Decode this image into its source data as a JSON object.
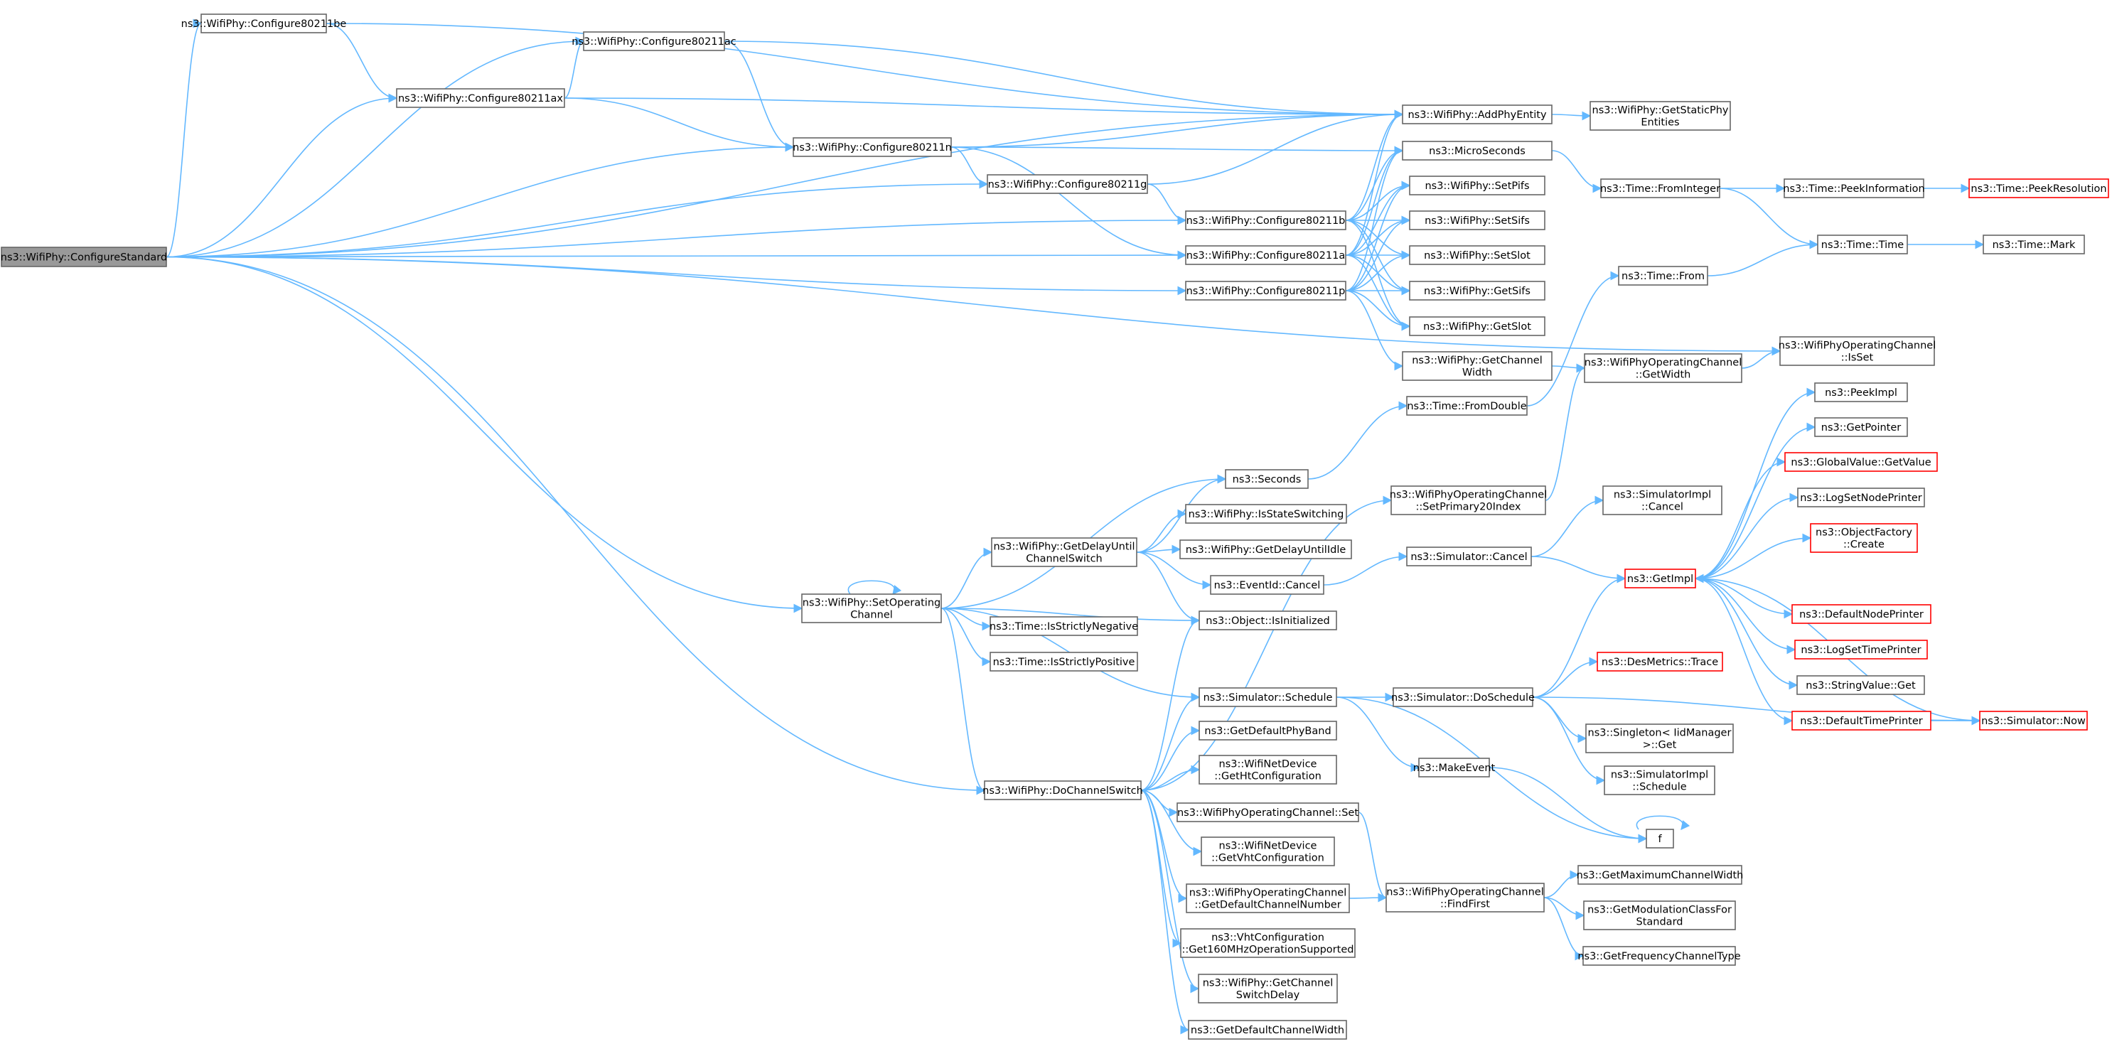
{
  "diagram": {
    "nodes": [
      {
        "id": "root",
        "lines": [
          "ns3::WifiPhy::ConfigureStandard"
        ],
        "style": "root"
      },
      {
        "id": "c11be",
        "lines": [
          "ns3::WifiPhy::Configure80211be"
        ]
      },
      {
        "id": "c11ac",
        "lines": [
          "ns3::WifiPhy::Configure80211ac"
        ]
      },
      {
        "id": "c11ax",
        "lines": [
          "ns3::WifiPhy::Configure80211ax"
        ]
      },
      {
        "id": "c11n",
        "lines": [
          "ns3::WifiPhy::Configure80211n"
        ]
      },
      {
        "id": "c11g",
        "lines": [
          "ns3::WifiPhy::Configure80211g"
        ]
      },
      {
        "id": "c11b",
        "lines": [
          "ns3::WifiPhy::Configure80211b"
        ]
      },
      {
        "id": "c11a",
        "lines": [
          "ns3::WifiPhy::Configure80211a"
        ]
      },
      {
        "id": "c11p",
        "lines": [
          "ns3::WifiPhy::Configure80211p"
        ]
      },
      {
        "id": "addphy",
        "lines": [
          "ns3::WifiPhy::AddPhyEntity"
        ]
      },
      {
        "id": "getstatic",
        "lines": [
          "ns3::WifiPhy::GetStaticPhy",
          "Entities"
        ]
      },
      {
        "id": "micro",
        "lines": [
          "ns3::MicroSeconds"
        ]
      },
      {
        "id": "setpifs",
        "lines": [
          "ns3::WifiPhy::SetPifs"
        ]
      },
      {
        "id": "setsifs",
        "lines": [
          "ns3::WifiPhy::SetSifs"
        ]
      },
      {
        "id": "setslot",
        "lines": [
          "ns3::WifiPhy::SetSlot"
        ]
      },
      {
        "id": "getsifs",
        "lines": [
          "ns3::WifiPhy::GetSifs"
        ]
      },
      {
        "id": "getslot",
        "lines": [
          "ns3::WifiPhy::GetSlot"
        ]
      },
      {
        "id": "getchw",
        "lines": [
          "ns3::WifiPhy::GetChannel",
          "Width"
        ]
      },
      {
        "id": "fromint",
        "lines": [
          "ns3::Time::FromInteger"
        ]
      },
      {
        "id": "peekinfo",
        "lines": [
          "ns3::Time::PeekInformation"
        ]
      },
      {
        "id": "peekres",
        "lines": [
          "ns3::Time::PeekResolution"
        ],
        "style": "red"
      },
      {
        "id": "timetime",
        "lines": [
          "ns3::Time::Time"
        ]
      },
      {
        "id": "timemark",
        "lines": [
          "ns3::Time::Mark"
        ]
      },
      {
        "id": "timefrom",
        "lines": [
          "ns3::Time::From"
        ]
      },
      {
        "id": "wocgetw",
        "lines": [
          "ns3::WifiPhyOperatingChannel",
          "::GetWidth"
        ]
      },
      {
        "id": "wocisset",
        "lines": [
          "ns3::WifiPhyOperatingChannel",
          "::IsSet"
        ]
      },
      {
        "id": "fromdouble",
        "lines": [
          "ns3::Time::FromDouble"
        ]
      },
      {
        "id": "peekimpl",
        "lines": [
          "ns3::PeekImpl"
        ]
      },
      {
        "id": "getpointer",
        "lines": [
          "ns3::GetPointer"
        ]
      },
      {
        "id": "gvgetvalue",
        "lines": [
          "ns3::GlobalValue::GetValue"
        ],
        "style": "red"
      },
      {
        "id": "logsetnode",
        "lines": [
          "ns3::LogSetNodePrinter"
        ]
      },
      {
        "id": "objcreate",
        "lines": [
          "ns3::ObjectFactory",
          "::Create"
        ],
        "style": "red"
      },
      {
        "id": "getimpl",
        "lines": [
          "ns3::GetImpl"
        ],
        "style": "red"
      },
      {
        "id": "defnodeprinter",
        "lines": [
          "ns3::DefaultNodePrinter"
        ],
        "style": "red"
      },
      {
        "id": "logsettime",
        "lines": [
          "ns3::LogSetTimePrinter"
        ],
        "style": "red"
      },
      {
        "id": "strget",
        "lines": [
          "ns3::StringValue::Get"
        ]
      },
      {
        "id": "deftimeprinter",
        "lines": [
          "ns3::DefaultTimePrinter"
        ],
        "style": "red"
      },
      {
        "id": "simnow",
        "lines": [
          "ns3::Simulator::Now"
        ],
        "style": "red"
      },
      {
        "id": "seconds",
        "lines": [
          "ns3::Seconds"
        ]
      },
      {
        "id": "isstatesw",
        "lines": [
          "ns3::WifiPhy::IsStateSwitching"
        ]
      },
      {
        "id": "getdelayidle",
        "lines": [
          "ns3::WifiPhy::GetDelayUntilIdle"
        ]
      },
      {
        "id": "eventcancel",
        "lines": [
          "ns3::EventId::Cancel"
        ]
      },
      {
        "id": "isinit",
        "lines": [
          "ns3::Object::IsInitialized"
        ]
      },
      {
        "id": "getdelaysw",
        "lines": [
          "ns3::WifiPhy::GetDelayUntil",
          "ChannelSwitch"
        ]
      },
      {
        "id": "setopch",
        "lines": [
          "ns3::WifiPhy::SetOperating",
          "Channel"
        ]
      },
      {
        "id": "isneg",
        "lines": [
          "ns3::Time::IsStrictlyNegative"
        ]
      },
      {
        "id": "ispos",
        "lines": [
          "ns3::Time::IsStrictlyPositive"
        ]
      },
      {
        "id": "setprim",
        "lines": [
          "ns3::WifiPhyOperatingChannel",
          "::SetPrimary20Index"
        ]
      },
      {
        "id": "simimplcancel",
        "lines": [
          "ns3::SimulatorImpl",
          "::Cancel"
        ]
      },
      {
        "id": "simcancel",
        "lines": [
          "ns3::Simulator::Cancel"
        ]
      },
      {
        "id": "desmetrics",
        "lines": [
          "ns3::DesMetrics::Trace"
        ],
        "style": "red"
      },
      {
        "id": "simschedule",
        "lines": [
          "ns3::Simulator::Schedule"
        ]
      },
      {
        "id": "simdosched",
        "lines": [
          "ns3::Simulator::DoSchedule"
        ]
      },
      {
        "id": "singleton",
        "lines": [
          "ns3::Singleton< IidManager",
          ">::Get"
        ]
      },
      {
        "id": "simimplsched",
        "lines": [
          "ns3::SimulatorImpl",
          "::Schedule"
        ]
      },
      {
        "id": "makeevent",
        "lines": [
          "ns3::MakeEvent"
        ]
      },
      {
        "id": "f",
        "lines": [
          "f"
        ]
      },
      {
        "id": "getdefband",
        "lines": [
          "ns3::GetDefaultPhyBand"
        ]
      },
      {
        "id": "getht",
        "lines": [
          "ns3::WifiNetDevice",
          "::GetHtConfiguration"
        ]
      },
      {
        "id": "dochsw",
        "lines": [
          "ns3::WifiPhy::DoChannelSwitch"
        ]
      },
      {
        "id": "wocset",
        "lines": [
          "ns3::WifiPhyOperatingChannel::Set"
        ]
      },
      {
        "id": "getvht",
        "lines": [
          "ns3::WifiNetDevice",
          "::GetVhtConfiguration"
        ]
      },
      {
        "id": "wocgetdefch",
        "lines": [
          "ns3::WifiPhyOperatingChannel",
          "::GetDefaultChannelNumber"
        ]
      },
      {
        "id": "wocfindfirst",
        "lines": [
          "ns3::WifiPhyOperatingChannel",
          "::FindFirst"
        ]
      },
      {
        "id": "getmaxchw",
        "lines": [
          "ns3::GetMaximumChannelWidth"
        ]
      },
      {
        "id": "getmodclass",
        "lines": [
          "ns3::GetModulationClassFor",
          "Standard"
        ]
      },
      {
        "id": "getfreqtype",
        "lines": [
          "ns3::GetFrequencyChannelType"
        ]
      },
      {
        "id": "vht160",
        "lines": [
          "ns3::VhtConfiguration",
          "::Get160MHzOperationSupported"
        ]
      },
      {
        "id": "getchswdelay",
        "lines": [
          "ns3::WifiPhy::GetChannel",
          "SwitchDelay"
        ]
      },
      {
        "id": "getdefchw",
        "lines": [
          "ns3::GetDefaultChannelWidth"
        ]
      }
    ],
    "edges": [
      [
        "root",
        "c11be"
      ],
      [
        "root",
        "c11ac"
      ],
      [
        "root",
        "c11ax"
      ],
      [
        "root",
        "c11n"
      ],
      [
        "root",
        "c11g"
      ],
      [
        "root",
        "c11b"
      ],
      [
        "root",
        "c11a"
      ],
      [
        "root",
        "c11p"
      ],
      [
        "root",
        "addphy"
      ],
      [
        "root",
        "wocisset"
      ],
      [
        "root",
        "setopch"
      ],
      [
        "root",
        "dochsw"
      ],
      [
        "c11be",
        "addphy"
      ],
      [
        "c11be",
        "c11ax"
      ],
      [
        "c11ac",
        "addphy"
      ],
      [
        "c11ac",
        "c11n"
      ],
      [
        "c11ax",
        "c11ac"
      ],
      [
        "c11ax",
        "addphy"
      ],
      [
        "c11ax",
        "c11n"
      ],
      [
        "c11n",
        "addphy"
      ],
      [
        "c11n",
        "micro"
      ],
      [
        "c11n",
        "c11g"
      ],
      [
        "c11n",
        "c11a"
      ],
      [
        "c11g",
        "addphy"
      ],
      [
        "c11g",
        "c11b"
      ],
      [
        "c11b",
        "addphy"
      ],
      [
        "c11b",
        "micro"
      ],
      [
        "c11b",
        "setpifs"
      ],
      [
        "c11b",
        "setsifs"
      ],
      [
        "c11b",
        "setslot"
      ],
      [
        "c11b",
        "getsifs"
      ],
      [
        "c11b",
        "getslot"
      ],
      [
        "c11a",
        "addphy"
      ],
      [
        "c11a",
        "micro"
      ],
      [
        "c11a",
        "setpifs"
      ],
      [
        "c11a",
        "setsifs"
      ],
      [
        "c11a",
        "setslot"
      ],
      [
        "c11a",
        "getsifs"
      ],
      [
        "c11a",
        "getslot"
      ],
      [
        "c11p",
        "micro"
      ],
      [
        "c11p",
        "setpifs"
      ],
      [
        "c11p",
        "setsifs"
      ],
      [
        "c11p",
        "setslot"
      ],
      [
        "c11p",
        "getsifs"
      ],
      [
        "c11p",
        "getslot"
      ],
      [
        "c11p",
        "getchw"
      ],
      [
        "addphy",
        "getstatic"
      ],
      [
        "micro",
        "fromint"
      ],
      [
        "fromint",
        "peekinfo"
      ],
      [
        "fromint",
        "timetime"
      ],
      [
        "peekinfo",
        "peekres"
      ],
      [
        "timetime",
        "timemark"
      ],
      [
        "timefrom",
        "timetime"
      ],
      [
        "getchw",
        "wocgetw"
      ],
      [
        "wocgetw",
        "wocisset"
      ],
      [
        "fromdouble",
        "timefrom"
      ],
      [
        "seconds",
        "fromdouble"
      ],
      [
        "setopch",
        "setopch"
      ],
      [
        "setopch",
        "seconds"
      ],
      [
        "setopch",
        "getdelaysw"
      ],
      [
        "setopch",
        "isinit"
      ],
      [
        "setopch",
        "isneg"
      ],
      [
        "setopch",
        "ispos"
      ],
      [
        "setopch",
        "simschedule"
      ],
      [
        "setopch",
        "dochsw"
      ],
      [
        "getdelaysw",
        "seconds"
      ],
      [
        "getdelaysw",
        "isstatesw"
      ],
      [
        "getdelaysw",
        "getdelayidle"
      ],
      [
        "getdelaysw",
        "eventcancel"
      ],
      [
        "getdelaysw",
        "isinit"
      ],
      [
        "eventcancel",
        "simcancel"
      ],
      [
        "simcancel",
        "simimplcancel"
      ],
      [
        "simcancel",
        "getimpl"
      ],
      [
        "setprim",
        "wocgetw"
      ],
      [
        "simschedule",
        "simdosched"
      ],
      [
        "simschedule",
        "makeevent"
      ],
      [
        "simschedule",
        "f"
      ],
      [
        "simdosched",
        "getimpl"
      ],
      [
        "simdosched",
        "desmetrics"
      ],
      [
        "simdosched",
        "singleton"
      ],
      [
        "simdosched",
        "simimplsched"
      ],
      [
        "simdosched",
        "simnow"
      ],
      [
        "makeevent",
        "f"
      ],
      [
        "f",
        "f"
      ],
      [
        "getimpl",
        "peekimpl"
      ],
      [
        "getimpl",
        "getpointer"
      ],
      [
        "getimpl",
        "gvgetvalue"
      ],
      [
        "getimpl",
        "logsetnode"
      ],
      [
        "getimpl",
        "objcreate"
      ],
      [
        "getimpl",
        "defnodeprinter"
      ],
      [
        "getimpl",
        "logsettime"
      ],
      [
        "getimpl",
        "strget"
      ],
      [
        "getimpl",
        "deftimeprinter"
      ],
      [
        "deftimeprinter",
        "simnow"
      ],
      [
        "simnow",
        "getimpl"
      ],
      [
        "dochsw",
        "isinit"
      ],
      [
        "dochsw",
        "setprim"
      ],
      [
        "dochsw",
        "simschedule"
      ],
      [
        "dochsw",
        "getdefband"
      ],
      [
        "dochsw",
        "getht"
      ],
      [
        "dochsw",
        "wocset"
      ],
      [
        "dochsw",
        "getvht"
      ],
      [
        "dochsw",
        "wocgetdefch"
      ],
      [
        "dochsw",
        "vht160"
      ],
      [
        "dochsw",
        "getchswdelay"
      ],
      [
        "dochsw",
        "getdefchw"
      ],
      [
        "wocset",
        "wocfindfirst"
      ],
      [
        "wocgetdefch",
        "wocfindfirst"
      ],
      [
        "wocfindfirst",
        "getmaxchw"
      ],
      [
        "wocfindfirst",
        "getmodclass"
      ],
      [
        "wocfindfirst",
        "getfreqtype"
      ]
    ]
  }
}
